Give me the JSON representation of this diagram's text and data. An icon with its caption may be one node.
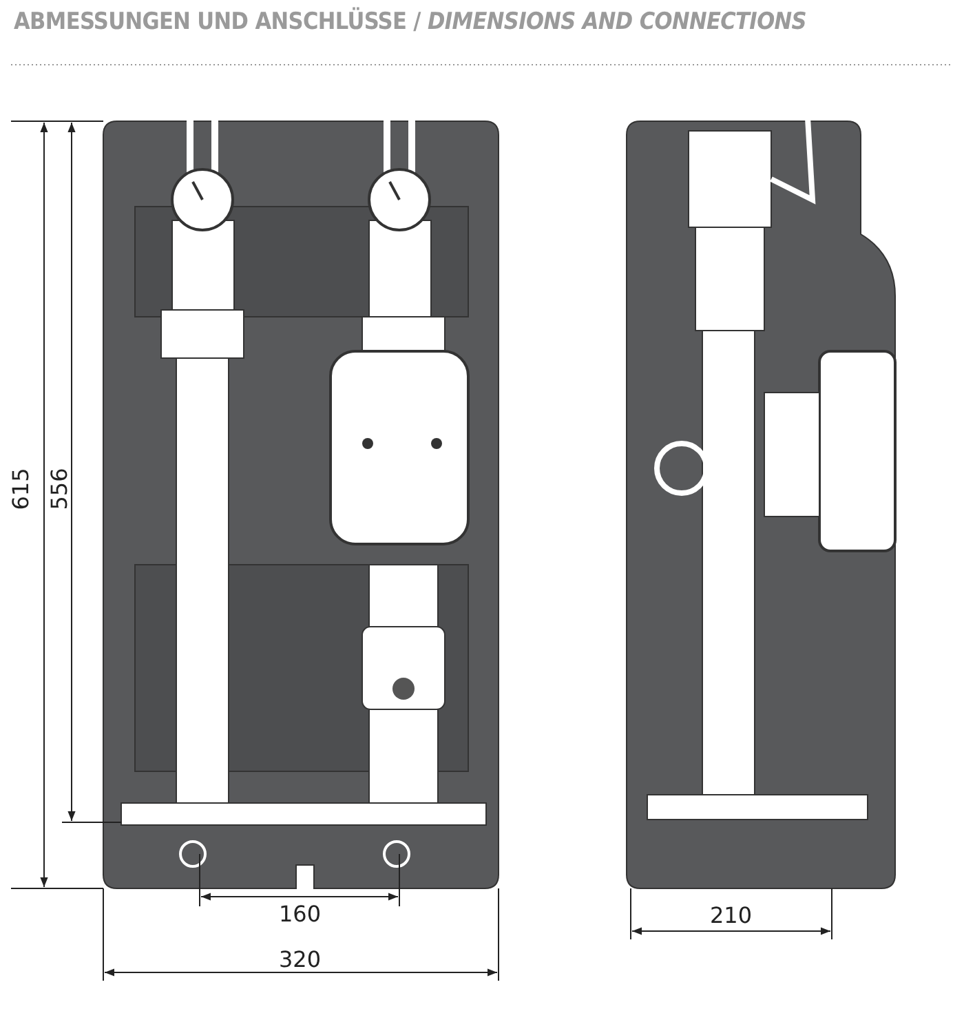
{
  "diagram": {
    "title": "ABMESSUNGEN UND ANSCHLÜSSE / *DIMENSIONS AND CONNECTIONS*",
    "labels": [
      "615",
      "556",
      "160",
      "320",
      "210"
    ]
  }
}
